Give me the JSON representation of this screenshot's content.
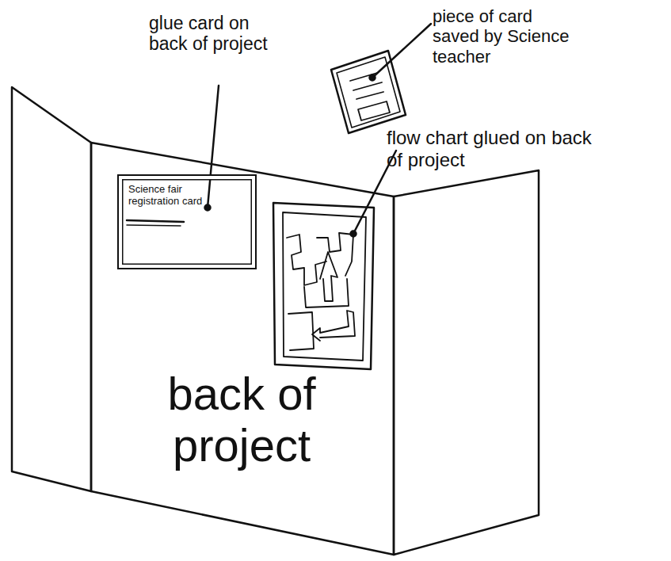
{
  "diagram": {
    "nodes": [
      {
        "text": [
          "back of project"
        ]
      },
      {
        "text": [
          "Science fair registration card"
        ],
        "in": 0
      }
    ],
    "labels": [
      "glue card on back of project",
      "piece of card saved by Science teacher",
      "flow chart glued on back of project"
    ]
  }
}
